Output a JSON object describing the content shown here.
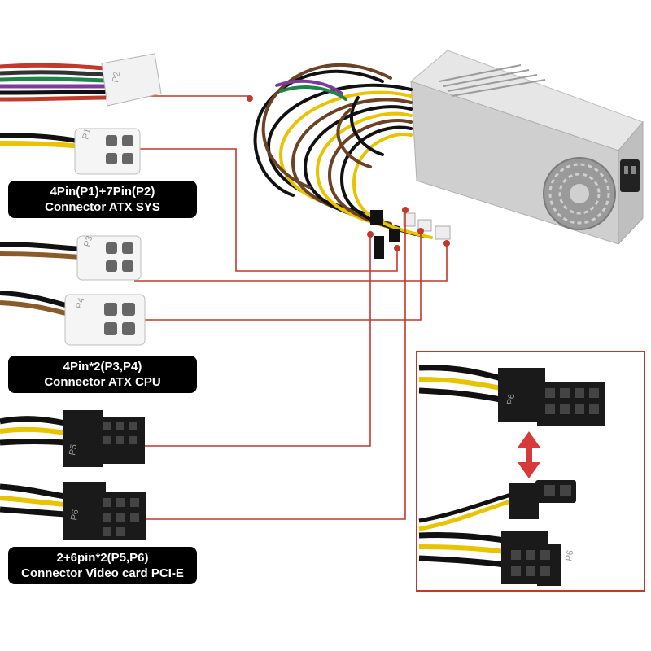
{
  "labels": {
    "sys": {
      "line1": "4Pin(P1)+7Pin(P2)",
      "line2": "Connector ATX SYS"
    },
    "cpu": {
      "line1": "4Pin*2(P3,P4)",
      "line2": "Connector ATX CPU"
    },
    "pci": {
      "line1": "2+6pin*2(P5,P6)",
      "line2": "Connector Video card PCI-E"
    }
  },
  "connector_marks": {
    "p1": "P1",
    "p2": "P2",
    "p3": "P3",
    "p4": "P4",
    "p5": "P5",
    "p6": "P6",
    "inset_top": "P6",
    "inset_bottom": "P6"
  },
  "colors": {
    "leader_line": "#c0392b",
    "label_bg": "#000000",
    "label_text": "#ffffff",
    "arrow": "#d63a3a",
    "psu_body": "#d9d9d9"
  }
}
